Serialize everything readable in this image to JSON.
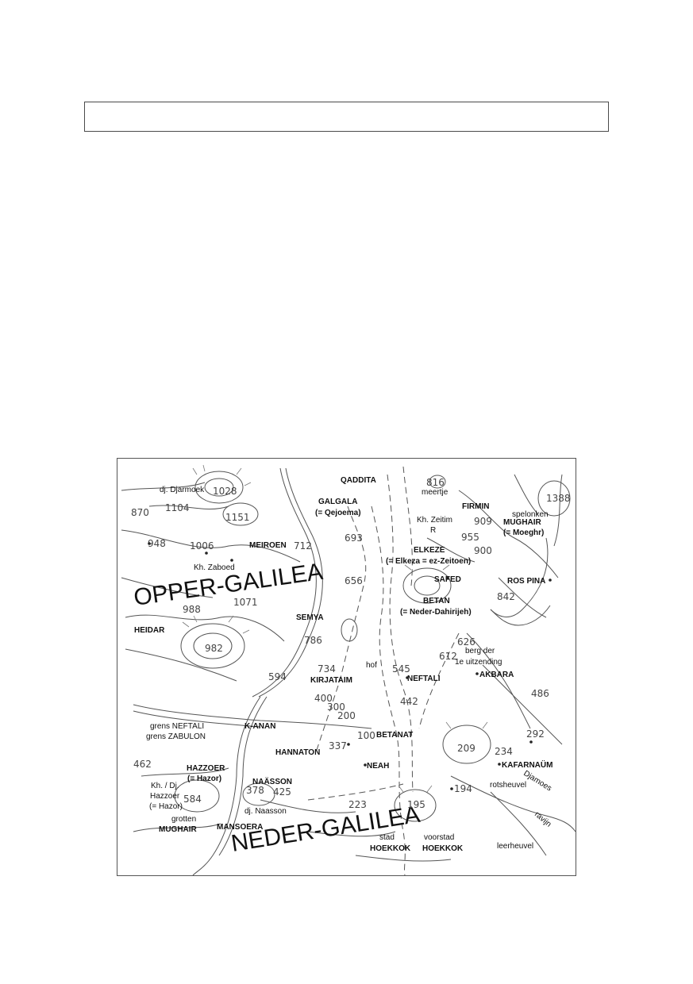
{
  "caption": "",
  "regions": [
    {
      "key": "opper",
      "text": "OPPER-GALILEA"
    },
    {
      "key": "neder",
      "text": "NEDER-GALILEA"
    }
  ],
  "places": [
    {
      "key": "qaddita",
      "text": "QADDITA"
    },
    {
      "key": "galgala",
      "text": "GALGALA"
    },
    {
      "key": "galgala_alt",
      "text": "(= Qejoema)"
    },
    {
      "key": "firmin",
      "text": "FIRMIN"
    },
    {
      "key": "mughair_n",
      "text": "MUGHAIR"
    },
    {
      "key": "mughair_n_alt",
      "text": "(= Moeghr)"
    },
    {
      "key": "meiroen",
      "text": "MEIROEN"
    },
    {
      "key": "elkeze",
      "text": "ELKEZE"
    },
    {
      "key": "elkeze_alt",
      "text": "(= Elkeza = ez-Zeitoen)"
    },
    {
      "key": "safed",
      "text": "SAFED"
    },
    {
      "key": "rospina",
      "text": "ROS PINA"
    },
    {
      "key": "betan",
      "text": "BETAN"
    },
    {
      "key": "betan_alt",
      "text": "(= Neder-Dahirijeh)"
    },
    {
      "key": "semya",
      "text": "SEMYA"
    },
    {
      "key": "heidar",
      "text": "HEIDAR"
    },
    {
      "key": "kirjataim",
      "text": "KIRJATAIM"
    },
    {
      "key": "neftali",
      "text": "NEFTALI"
    },
    {
      "key": "akbara",
      "text": "AKBARA"
    },
    {
      "key": "kanan",
      "text": "K-ANAN"
    },
    {
      "key": "betanat",
      "text": "BETANAT"
    },
    {
      "key": "hannaton",
      "text": "HANNATON"
    },
    {
      "key": "neah",
      "text": "NEAH"
    },
    {
      "key": "kafarnaum",
      "text": "KAFARNAÜM"
    },
    {
      "key": "hazzoer",
      "text": "HAZZOER"
    },
    {
      "key": "hazzoer_alt",
      "text": "(= Hazor)"
    },
    {
      "key": "naasson",
      "text": "NAÄSSON"
    },
    {
      "key": "mughair_s",
      "text": "MUGHAIR"
    },
    {
      "key": "mansoera",
      "text": "MANSOERA"
    },
    {
      "key": "stad",
      "text": "stad"
    },
    {
      "key": "hoekkok",
      "text": "HOEKKOK"
    },
    {
      "key": "voorstad",
      "text": "voorstad"
    },
    {
      "key": "hoekkok2",
      "text": "HOEKKOK"
    }
  ],
  "notes": [
    {
      "key": "djarmoek",
      "text": "dj. Djarmoek"
    },
    {
      "key": "meertje",
      "text": "meertje"
    },
    {
      "key": "spelonken",
      "text": "spelonken"
    },
    {
      "key": "zeitim",
      "text": "Kh. Zeitim"
    },
    {
      "key": "zeitim_r",
      "text": "R"
    },
    {
      "key": "zaboed",
      "text": "Kh. Zaboed"
    },
    {
      "key": "hof",
      "text": "hof"
    },
    {
      "key": "bergder",
      "text": "berg der"
    },
    {
      "key": "uitzending",
      "text": "1e uitzending"
    },
    {
      "key": "grensN",
      "text": "grens NEFTALI"
    },
    {
      "key": "grensZ",
      "text": "grens ZABULON"
    },
    {
      "key": "khdj",
      "text": "Kh. / Dj."
    },
    {
      "key": "hazzoer2",
      "text": "Hazzoer"
    },
    {
      "key": "hazor2",
      "text": "(= Hazor)"
    },
    {
      "key": "grotten",
      "text": "grotten"
    },
    {
      "key": "djnaasson",
      "text": "dj. Naasson"
    },
    {
      "key": "djamoes",
      "text": "Djamoes"
    },
    {
      "key": "rotsheuvel",
      "text": "rotsheuvel"
    },
    {
      "key": "ravijn",
      "text": "ravijn"
    },
    {
      "key": "leerheuvel",
      "text": "leerheuvel"
    }
  ],
  "elevations": [
    {
      "key": "e816",
      "text": "816"
    },
    {
      "key": "e1028",
      "text": "1028"
    },
    {
      "key": "e1104",
      "text": "1104"
    },
    {
      "key": "e870",
      "text": "870"
    },
    {
      "key": "e1151",
      "text": "1151"
    },
    {
      "key": "e1388",
      "text": "1388"
    },
    {
      "key": "e909",
      "text": "909"
    },
    {
      "key": "e948",
      "text": "948"
    },
    {
      "key": "e1006",
      "text": "1006"
    },
    {
      "key": "e712",
      "text": "712"
    },
    {
      "key": "e693",
      "text": "693"
    },
    {
      "key": "e955",
      "text": "955"
    },
    {
      "key": "e900",
      "text": "900"
    },
    {
      "key": "e656",
      "text": "656"
    },
    {
      "key": "e842",
      "text": "842"
    },
    {
      "key": "e988",
      "text": "988"
    },
    {
      "key": "e1071",
      "text": "1071"
    },
    {
      "key": "e786",
      "text": "786"
    },
    {
      "key": "e626",
      "text": "626"
    },
    {
      "key": "e612",
      "text": "612"
    },
    {
      "key": "e982",
      "text": "982"
    },
    {
      "key": "e594",
      "text": "594"
    },
    {
      "key": "e734",
      "text": "734"
    },
    {
      "key": "e545",
      "text": "545"
    },
    {
      "key": "e486",
      "text": "486"
    },
    {
      "key": "e400",
      "text": "400"
    },
    {
      "key": "e300",
      "text": "300"
    },
    {
      "key": "e200",
      "text": "200"
    },
    {
      "key": "e442",
      "text": "442"
    },
    {
      "key": "e100",
      "text": "100"
    },
    {
      "key": "e292",
      "text": "292"
    },
    {
      "key": "e337",
      "text": "337"
    },
    {
      "key": "e209",
      "text": "209"
    },
    {
      "key": "e234",
      "text": "234"
    },
    {
      "key": "e462",
      "text": "462"
    },
    {
      "key": "e378",
      "text": "378"
    },
    {
      "key": "e425",
      "text": "425"
    },
    {
      "key": "e194",
      "text": "194"
    },
    {
      "key": "e584",
      "text": "584"
    },
    {
      "key": "e223",
      "text": "223"
    },
    {
      "key": "e195",
      "text": "195"
    }
  ]
}
